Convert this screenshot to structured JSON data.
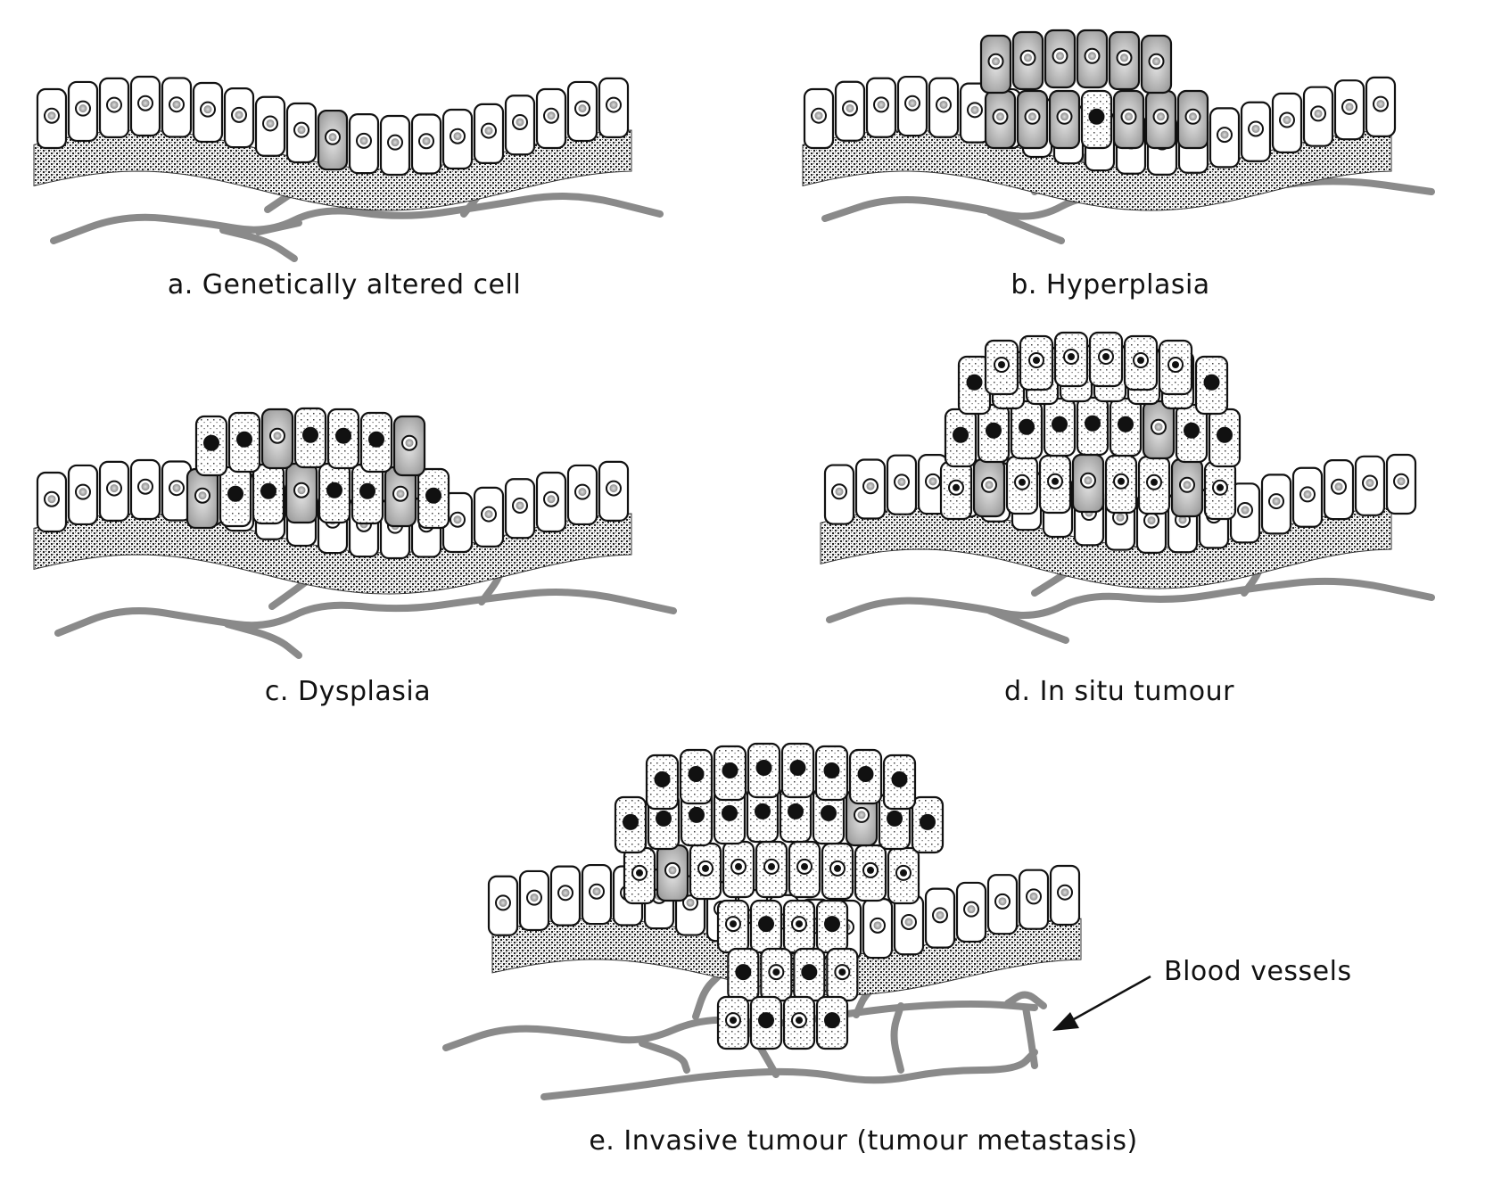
{
  "panels": [
    {
      "id": "a",
      "caption": "a. Genetically altered cell",
      "stage": "normal"
    },
    {
      "id": "b",
      "caption": "b. Hyperplasia",
      "stage": "hyperplasia"
    },
    {
      "id": "c",
      "caption": "c. Dysplasia",
      "stage": "dysplasia"
    },
    {
      "id": "d",
      "caption": "d. In situ tumour",
      "stage": "in-situ"
    },
    {
      "id": "e",
      "caption": "e. Invasive tumour (tumour metastasis)",
      "stage": "invasive"
    }
  ],
  "callout": {
    "label": "Blood vessels"
  },
  "colors": {
    "vessel": "#8a8a8a",
    "cell_outline": "#111111",
    "cell_fill": "#ffffff",
    "altered_fill": "#bdbdbd",
    "membrane": "#333333",
    "nucleus_normal": "#9a9a9a",
    "nucleus_abnormal": "#111111"
  },
  "icons": {
    "arrow": "arrow-left-down-icon"
  }
}
